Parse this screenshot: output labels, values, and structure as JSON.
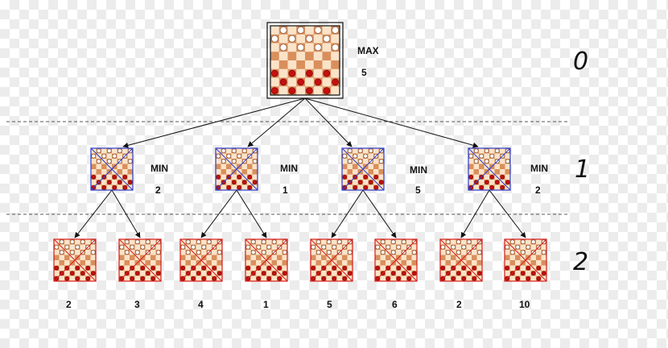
{
  "levels": [
    {
      "depth": "0",
      "type": "MAX"
    },
    {
      "depth": "1",
      "type": "MIN"
    },
    {
      "depth": "2",
      "type": ""
    }
  ],
  "root": {
    "type_label": "MAX",
    "value": "5"
  },
  "min_nodes": [
    {
      "type_label": "MIN",
      "value": "2"
    },
    {
      "type_label": "MIN",
      "value": "1"
    },
    {
      "type_label": "MIN",
      "value": "5"
    },
    {
      "type_label": "MIN",
      "value": "2"
    }
  ],
  "leaves": [
    {
      "value": "2",
      "parent": 0
    },
    {
      "value": "3",
      "parent": 0
    },
    {
      "value": "4",
      "parent": 1
    },
    {
      "value": "1",
      "parent": 1
    },
    {
      "value": "5",
      "parent": 2
    },
    {
      "value": "6",
      "parent": 2
    },
    {
      "value": "2",
      "parent": 3
    },
    {
      "value": "10",
      "parent": 3
    }
  ],
  "colors": {
    "board_light": "#fbe3c8",
    "board_dark": "#d98f5c",
    "piece_red": "#c41010",
    "piece_white": "#ffffff",
    "root_border": "#111111",
    "min_border": "#2b3ccf",
    "leaf_border": "#d61c1c",
    "edge": "#111111",
    "separator": "#555555"
  }
}
